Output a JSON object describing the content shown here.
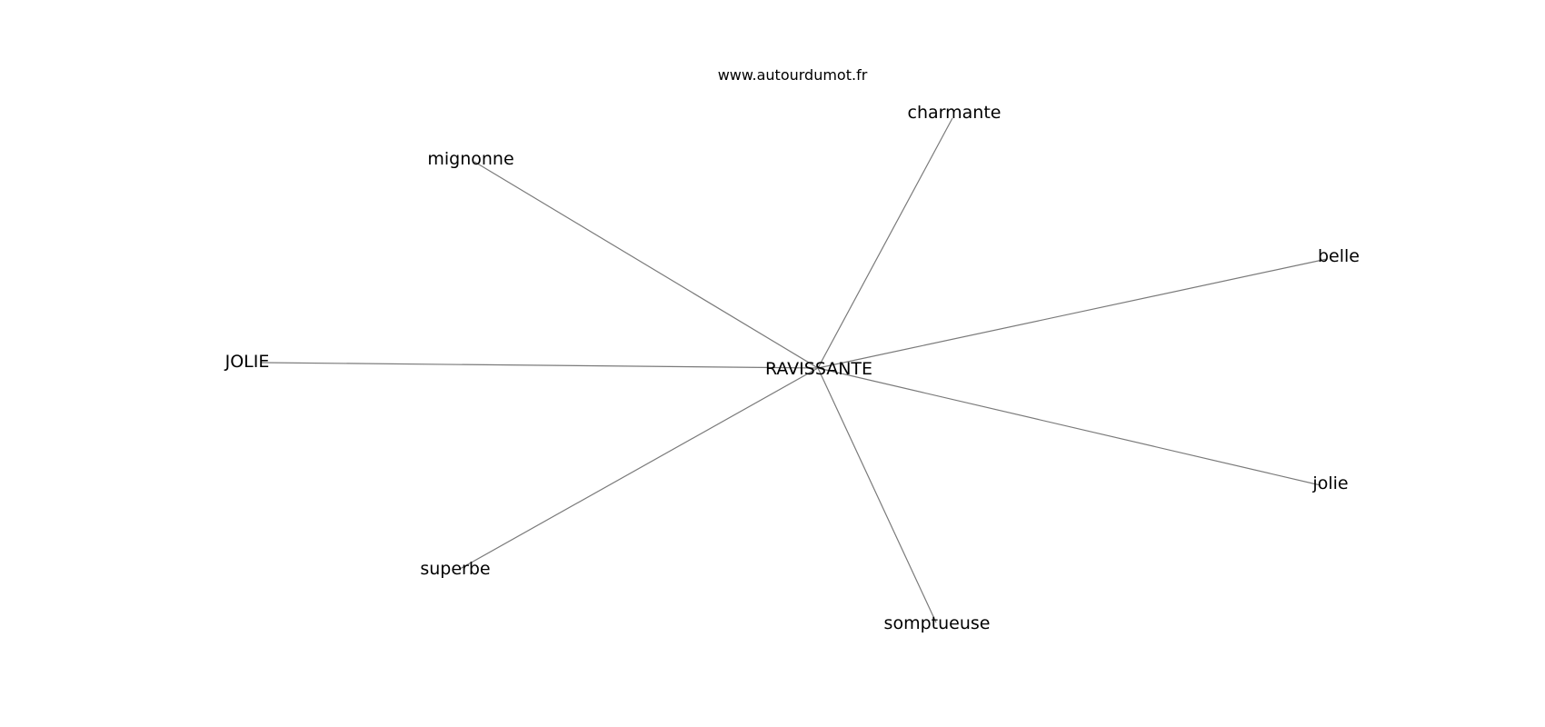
{
  "source": "www.autourdumot.fr",
  "center": {
    "label": "RAVISSANTE"
  },
  "nodes": [
    {
      "id": "charmante",
      "label": "charmante"
    },
    {
      "id": "mignonne",
      "label": "mignonne"
    },
    {
      "id": "belle",
      "label": "belle"
    },
    {
      "id": "JOLIE",
      "label": "JOLIE"
    },
    {
      "id": "jolie",
      "label": "jolie"
    },
    {
      "id": "superbe",
      "label": "superbe"
    },
    {
      "id": "somptueuse",
      "label": "somptueuse"
    }
  ],
  "style": {
    "edge_color": "#7a7a7a",
    "text_color": "#000000",
    "background": "#ffffff"
  }
}
